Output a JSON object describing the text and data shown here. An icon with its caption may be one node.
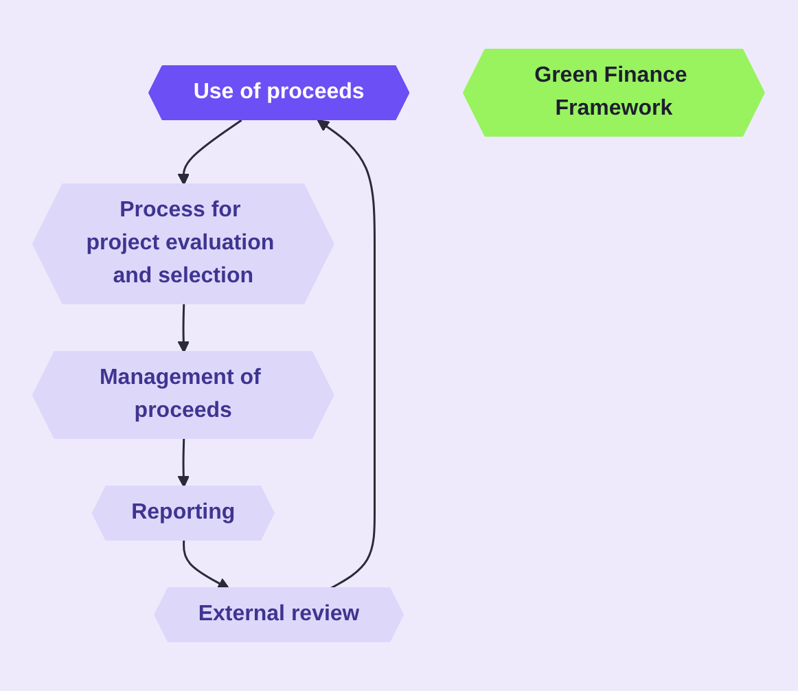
{
  "diagram": {
    "nodes": [
      {
        "text": [
          "Use of proceeds"
        ]
      },
      {
        "text": [
          "Process for project evaluation and selection"
        ]
      },
      {
        "text": [
          "Management of proceeds"
        ]
      },
      {
        "text": [
          "Reporting"
        ]
      },
      {
        "text": [
          "External review"
        ]
      },
      {
        "text": [
          "Green Finance Framework"
        ]
      }
    ],
    "edges": [
      {
        "from": 0,
        "to": 1,
        "arrow": "to"
      },
      {
        "from": 1,
        "to": 2,
        "arrow": "to"
      },
      {
        "from": 2,
        "to": 3,
        "arrow": "to"
      },
      {
        "from": 3,
        "to": 4,
        "arrow": "to"
      },
      {
        "from": 4,
        "to": 0,
        "arrow": "to"
      }
    ]
  }
}
